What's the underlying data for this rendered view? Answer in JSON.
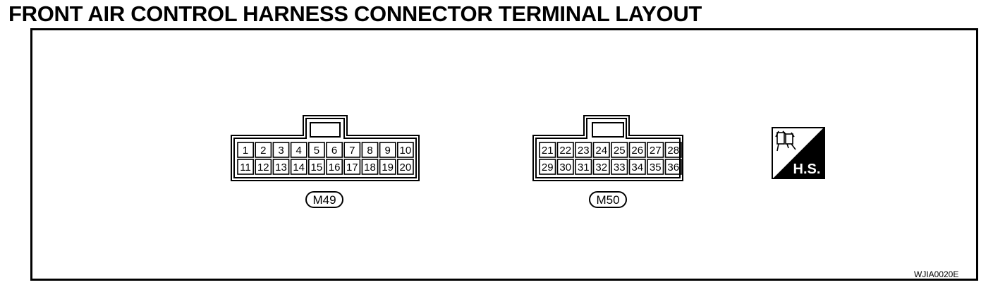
{
  "title": "FRONT AIR CONTROL HARNESS CONNECTOR TERMINAL LAYOUT",
  "connectors": [
    {
      "id": "M49",
      "label": "M49",
      "rows": [
        [
          "1",
          "2",
          "3",
          "4",
          "5",
          "6",
          "7",
          "8",
          "9",
          "10"
        ],
        [
          "11",
          "12",
          "13",
          "14",
          "15",
          "16",
          "17",
          "18",
          "19",
          "20"
        ]
      ]
    },
    {
      "id": "M50",
      "label": "M50",
      "rows": [
        [
          "21",
          "22",
          "23",
          "24",
          "25",
          "26",
          "27",
          "28"
        ],
        [
          "29",
          "30",
          "31",
          "32",
          "33",
          "34",
          "35",
          "36"
        ]
      ]
    }
  ],
  "hs_badge": {
    "label": "H.S.",
    "icon": "harness-side-connector-icon"
  },
  "figure_code": "WJIA0020E"
}
